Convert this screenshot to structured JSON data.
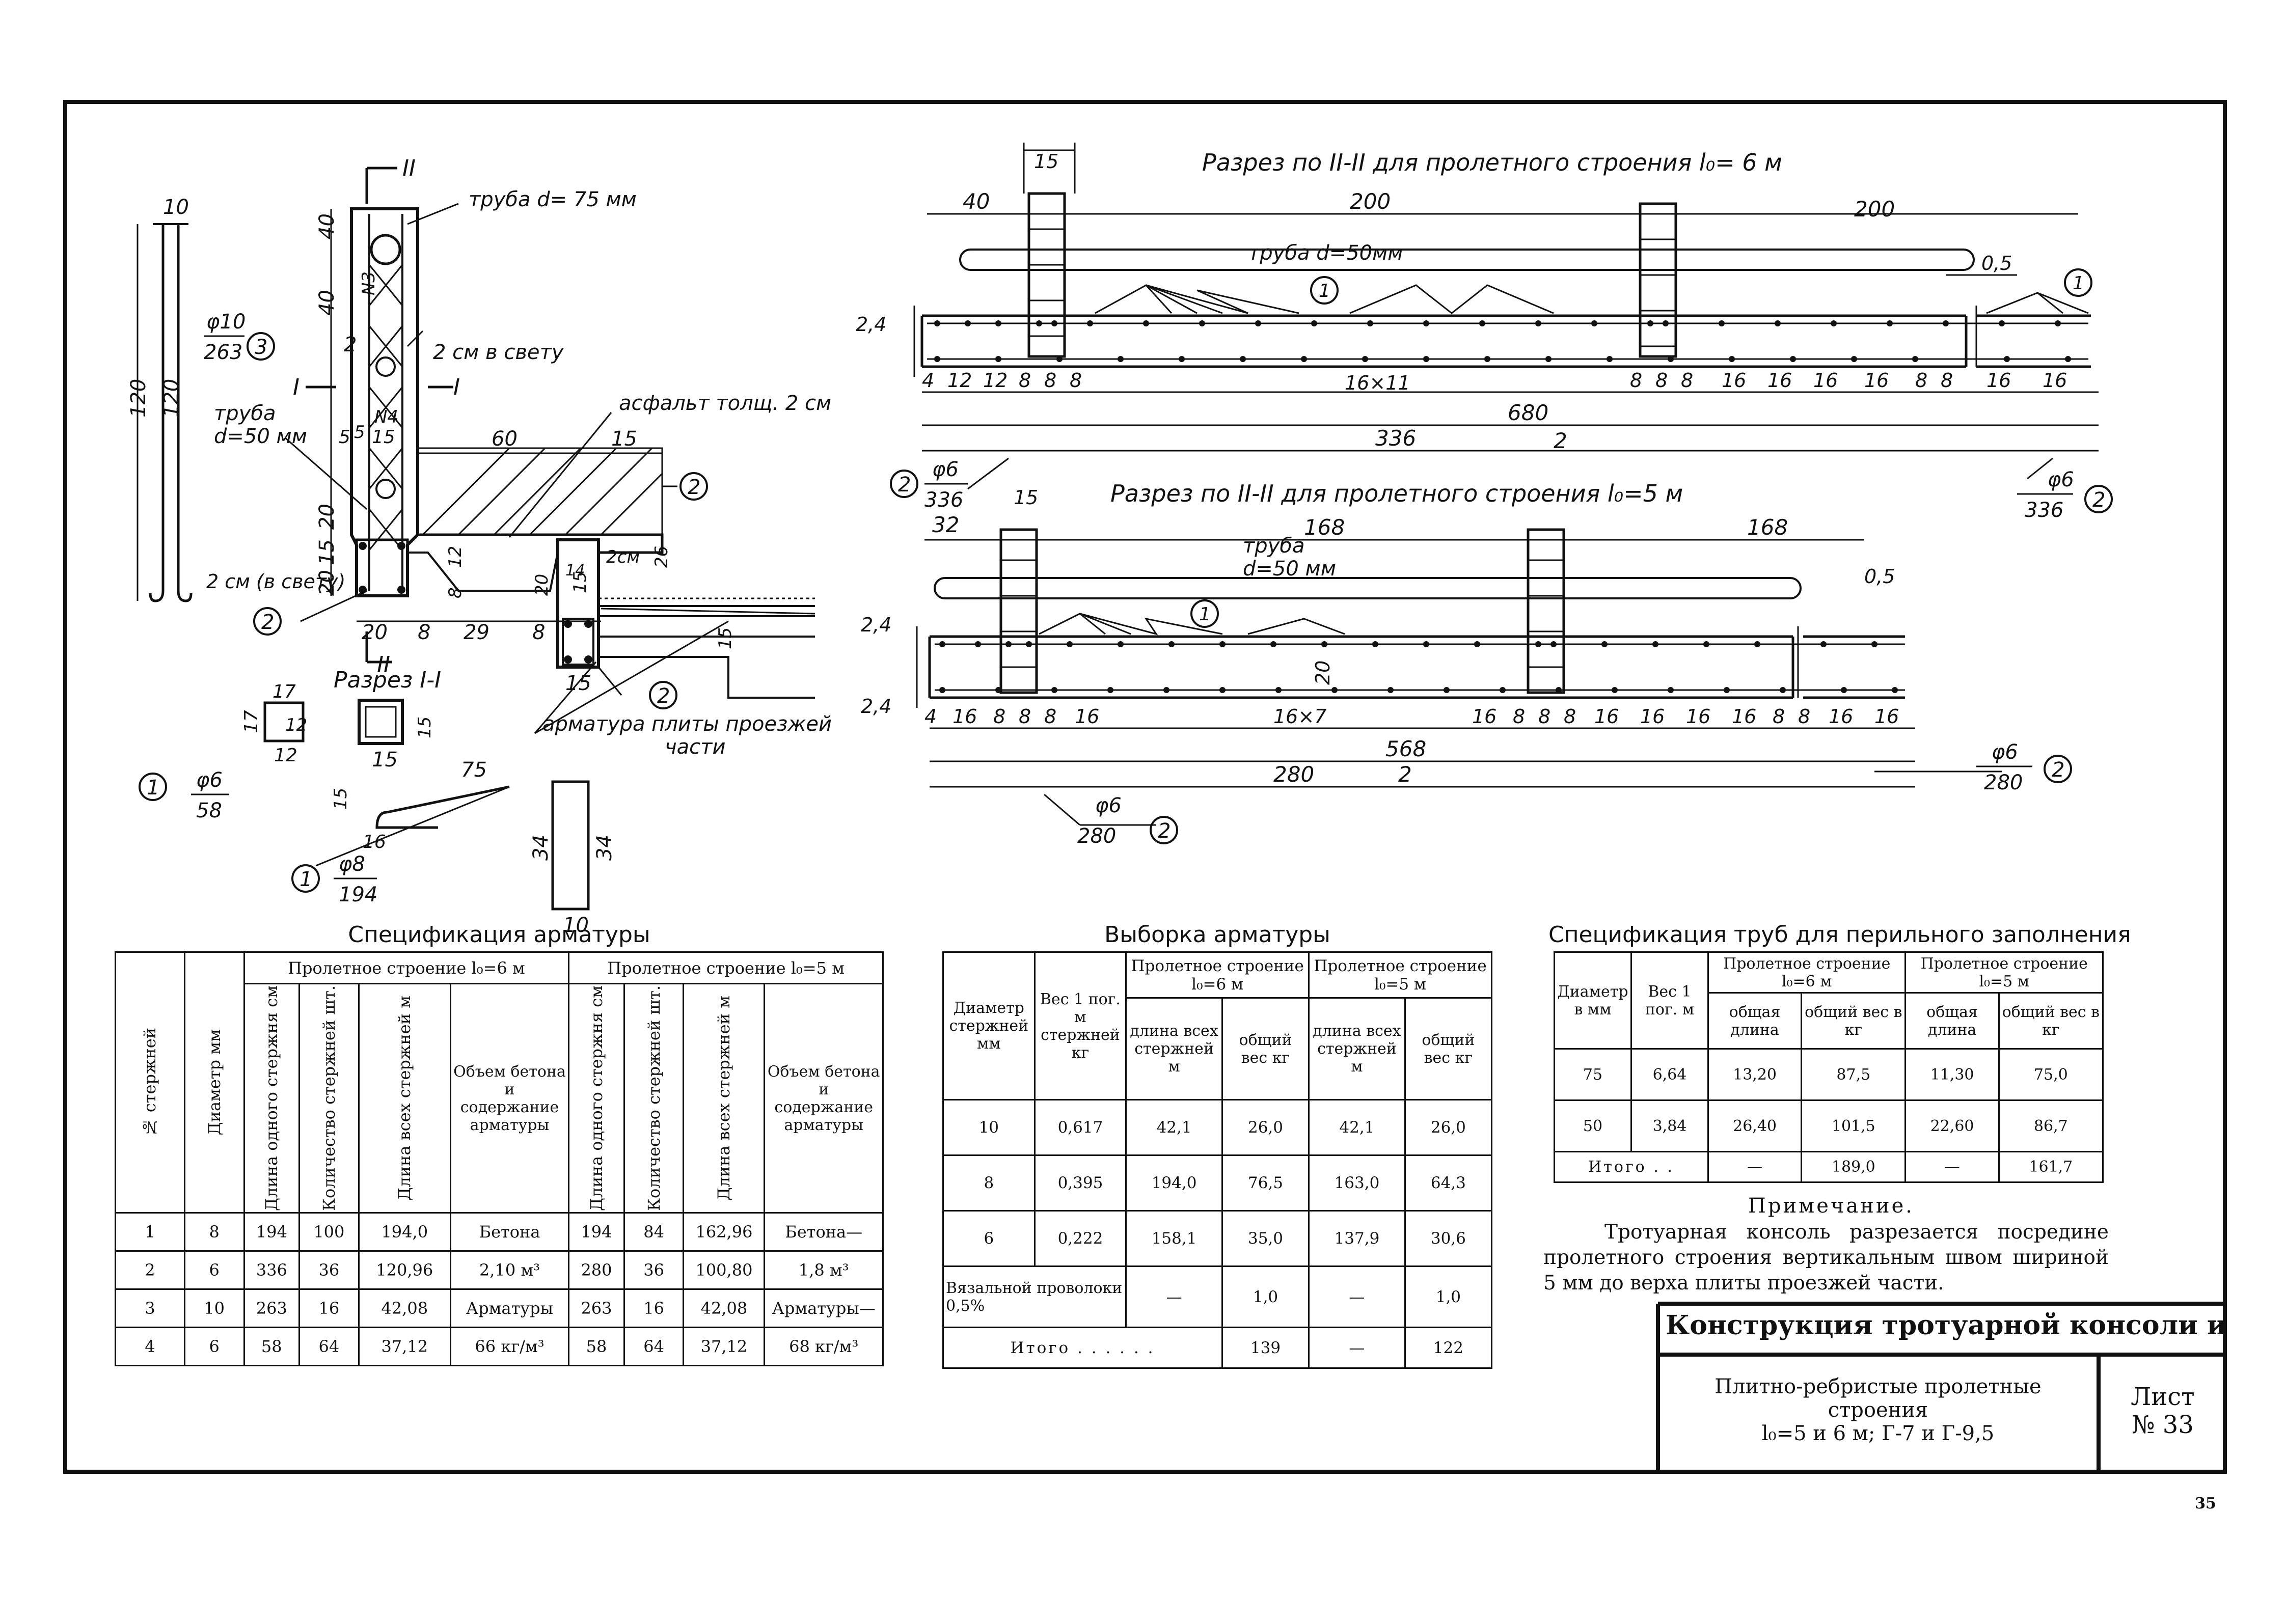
{
  "drawing": {
    "section_6m_title": "Разрез по II-II для пролетного строения l₀= 6 м",
    "section_5m_title": "Разрез по II-II для пролетного строения l₀=5 м",
    "section_I_title": "Разрез I-I",
    "labels": {
      "pipe75": "труба d= 75 мм",
      "pipe50_left_a": "труба",
      "pipe50_left_b": "d=50 мм",
      "gap2": "2 см в свету",
      "gap2b": "2 см (в свету)",
      "asphalt": "асфальт толщ. 2 см",
      "rebar_slab_a": "арматура плиты проезжей",
      "rebar_slab_b": "части",
      "pipe50_6m": "труба d=50мм",
      "pipe50_5m_a": "труба",
      "pipe50_5m_b": "d=50 мм",
      "N3": "N3",
      "N4": "N4",
      "II": "II",
      "I": "I"
    },
    "dims_left": [
      "10",
      "120",
      "120",
      "40",
      "40",
      "5",
      "15",
      "20",
      "15",
      "20",
      "60",
      "15",
      "12",
      "8",
      "26",
      "2см",
      "20",
      "8",
      "29",
      "8",
      "15",
      "15",
      "17",
      "17",
      "12",
      "12",
      "15",
      "15",
      "75",
      "16",
      "15",
      "34",
      "34",
      "10",
      "2",
      "5",
      "20",
      "15",
      "14"
    ],
    "bar_callouts": {
      "b3": {
        "num": "3",
        "top": "φ10",
        "bot": "263"
      },
      "b1a": {
        "num": "1",
        "top": "φ6",
        "bot": "58"
      },
      "b1b": {
        "num": "1",
        "top": "φ8",
        "bot": "194"
      },
      "b2a": {
        "num": "2"
      },
      "b2b": {
        "num": "2"
      },
      "b2c": {
        "num": "2"
      },
      "b2_6m_l": {
        "num": "2",
        "top": "φ6",
        "bot": "336"
      },
      "b2_6m_r": {
        "num": "2",
        "top": "φ6",
        "bot": "336"
      },
      "b2_5m_r": {
        "num": "2",
        "top": "φ6",
        "bot": "280"
      },
      "b2_5m_b": {
        "num": "2",
        "top": "φ6",
        "bot": "280"
      }
    },
    "dims_6m": {
      "w15": "15",
      "d40": "40",
      "d200a": "200",
      "d200b": "200",
      "d05": "0,5",
      "d24": "2,4",
      "row": [
        "4",
        "12",
        "12",
        "8",
        "8",
        "8",
        "16×11",
        "8",
        "8",
        "8",
        "16",
        "16",
        "16",
        "16",
        "8",
        "8",
        "16",
        "16"
      ],
      "d680": "680",
      "d336": "336",
      "d2": "2"
    },
    "dims_5m": {
      "w15": "15",
      "d32": "32",
      "d168a": "168",
      "d168b": "168",
      "d05": "0,5",
      "d24a": "2,4",
      "d24b": "2,4",
      "d20": "20",
      "row": [
        "4",
        "16",
        "8",
        "8",
        "8",
        "16",
        "16×7",
        "16",
        "8",
        "8",
        "8",
        "16",
        "16",
        "16",
        "16",
        "8",
        "8",
        "16",
        "16"
      ],
      "d568": "568",
      "d280": "280",
      "d2": "2"
    }
  },
  "spec_armature": {
    "title": "Спецификация арматуры",
    "h_num": "№ стержней",
    "h_diam": "Диаметр мм",
    "h_span6": "Пролетное строение l₀=6 м",
    "h_span5": "Пролетное строение l₀=5 м",
    "h_len_one": "Длина одного стержня см",
    "h_qty": "Количество стержней шт.",
    "h_len_all": "Длина всех стержней м",
    "h_vol": "Объем бетона и содержание арматуры",
    "rows": [
      {
        "n": "1",
        "d": "8",
        "l6": "194",
        "q6": "100",
        "t6": "194,0",
        "v6": "Бетона",
        "l5": "194",
        "q5": "84",
        "t5": "162,96",
        "v5": "Бетона—"
      },
      {
        "n": "2",
        "d": "6",
        "l6": "336",
        "q6": "36",
        "t6": "120,96",
        "v6": "2,10 м³",
        "l5": "280",
        "q5": "36",
        "t5": "100,80",
        "v5": "1,8 м³"
      },
      {
        "n": "3",
        "d": "10",
        "l6": "263",
        "q6": "16",
        "t6": "42,08",
        "v6": "Арматуры",
        "l5": "263",
        "q5": "16",
        "t5": "42,08",
        "v5": "Арматуры—"
      },
      {
        "n": "4",
        "d": "6",
        "l6": "58",
        "q6": "64",
        "t6": "37,12",
        "v6": "66 кг/м³",
        "l5": "58",
        "q5": "64",
        "t5": "37,12",
        "v5": "68 кг/м³"
      }
    ]
  },
  "sampling": {
    "title": "Выборка арматуры",
    "h_diam": "Диаметр стержней мм",
    "h_weight": "Вес 1 пог. м стержней кг",
    "h_span6": "Пролетное строение l₀=6 м",
    "h_span5": "Пролетное строение l₀=5 м",
    "h_len_all": "длина всех стержней м",
    "h_total_w": "общий вес кг",
    "rows": [
      {
        "d": "10",
        "w": "0,617",
        "l6": "42,1",
        "g6": "26,0",
        "l5": "42,1",
        "g5": "26,0"
      },
      {
        "d": "8",
        "w": "0,395",
        "l6": "194,0",
        "g6": "76,5",
        "l5": "163,0",
        "g5": "64,3"
      },
      {
        "d": "6",
        "w": "0,222",
        "l6": "158,1",
        "g6": "35,0",
        "l5": "137,9",
        "g5": "30,6"
      }
    ],
    "wire_label": "Вязальной проволоки 0,5%",
    "wire": {
      "l6": "—",
      "g6": "1,0",
      "l5": "—",
      "g5": "1,0"
    },
    "total_label": "Итого . . . . . .",
    "total": {
      "g6": "139",
      "l5": "—",
      "g5": "122"
    }
  },
  "pipes": {
    "title": "Спецификация труб для перильного заполнения",
    "h_diam": "Диаметр в мм",
    "h_weight": "Вес 1 пог. м",
    "h_span6": "Пролетное строение l₀=6 м",
    "h_span5": "Пролетное строение l₀=5 м",
    "h_len": "общая длина",
    "h_w": "общий вес в кг",
    "rows": [
      {
        "d": "75",
        "w": "6,64",
        "l6": "13,20",
        "g6": "87,5",
        "l5": "11,30",
        "g5": "75,0"
      },
      {
        "d": "50",
        "w": "3,84",
        "l6": "26,40",
        "g6": "101,5",
        "l5": "22,60",
        "g5": "86,7"
      }
    ],
    "total_label": "Итого . .",
    "total": {
      "l6": "—",
      "g6": "189,0",
      "l5": "—",
      "g5": "161,7"
    }
  },
  "note": {
    "heading": "Примечание.",
    "text": "Тротуарная консоль разрезается посредине пролетного строения вертикальным швом шириной 5 мм до верха плиты проезжей части."
  },
  "title_block": {
    "main": "Конструкция тротуарной консоли и перил",
    "sub1": "Плитно-ребристые пролетные строения",
    "sub2": "l₀=5 и 6 м; Г-7 и Г-9,5",
    "sheet_label": "Лист",
    "sheet_no": "№ 33"
  },
  "page_number": "35"
}
